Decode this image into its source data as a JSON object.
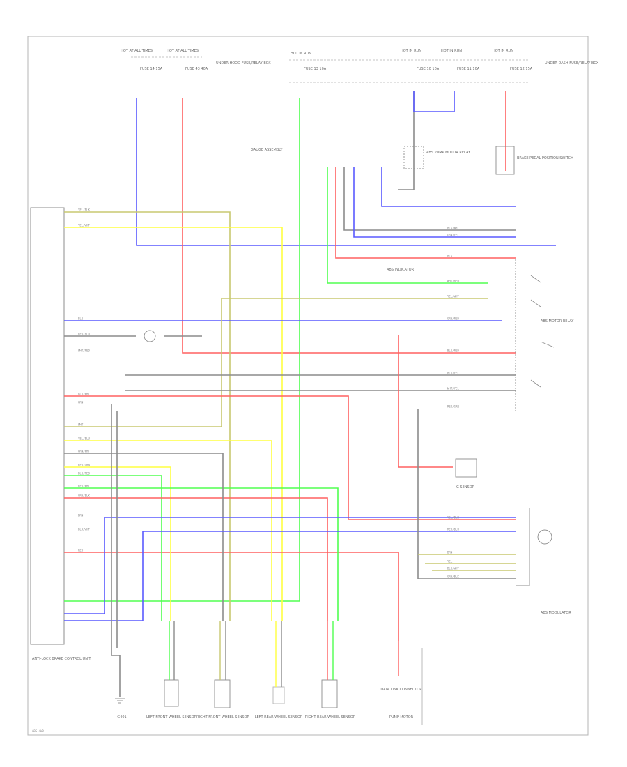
{
  "diagram": {
    "colors": {
      "blue": "#5a5aff",
      "red": "#ff6060",
      "yellow": "#ffff40",
      "green": "#50ff50",
      "olive": "#c8c870",
      "gray": "#8c8c8c",
      "border": "#b4b4b4"
    },
    "footer_code": "ABS 4WD",
    "top_fuses": [
      {
        "box": "HOT AT ALL TIMES",
        "fuse": "FUSE 14 15A"
      },
      {
        "box": "HOT AT ALL TIMES",
        "fuse": "FUSE 43 40A"
      },
      {
        "box": "HOT IN RUN",
        "fuse": "FUSE 10 10A"
      },
      {
        "box": "HOT IN RUN",
        "fuse": "FUSE 11 10A"
      },
      {
        "box": "HOT IN RUN",
        "fuse": "FUSE 12 15A"
      },
      {
        "box": "HOT IN RUN",
        "fuse": "FUSE 13 10A"
      }
    ],
    "top_notes": [
      "UNDER-HOOD FUSE/RELAY BOX",
      "UNDER-DASH FUSE/RELAY BOX"
    ],
    "components": {
      "control_unit": "ANTI-LOCK BRAKE CONTROL UNIT",
      "combination_meter": "GAUGE ASSEMBLY",
      "abs_indicator": "ABS INDICATOR",
      "brake_switch": "BRAKE PEDAL POSITION SWITCH",
      "data_link": "DATA LINK CONNECTOR",
      "fuse_box_relay": "ABS PUMP MOTOR RELAY",
      "g_sensor": "G SENSOR",
      "motor_relay": "ABS MOTOR RELAY",
      "left_front_sensor": "LEFT FRONT WHEEL SENSOR",
      "right_front_sensor": "RIGHT FRONT WHEEL SENSOR",
      "left_rear_sensor": "LEFT REAR WHEEL SENSOR",
      "right_rear_sensor": "RIGHT REAR WHEEL SENSOR",
      "abs_solenoid": "ABS MODULATOR",
      "ground": "G401",
      "pump_motor": "PUMP MOTOR"
    },
    "connector_left_labels": [
      "YEL/BLK",
      "YEL/WHT",
      "BLU",
      "RED/BLU",
      "WHT/RED",
      "BLU/WHT",
      "GRN",
      "WHT",
      "YEL/BLU",
      "GRN/WHT",
      "RED/GRN",
      "BLU/RED",
      "RED/WHT",
      "GRN/BLK",
      "BRN",
      "BLK/WHT",
      "RED"
    ],
    "right_labels": [
      "BLK/WHT",
      "GRN/YEL",
      "BLK",
      "WHT/RED",
      "YEL/WHT",
      "GRN/RED",
      "BLU/RED",
      "BLU/YEL",
      "WHT/YEL",
      "RED/GRN",
      "YEL/BLK",
      "RED/BLU",
      "BRN",
      "YEL",
      "BLU/WHT",
      "GRN/BLK"
    ]
  }
}
